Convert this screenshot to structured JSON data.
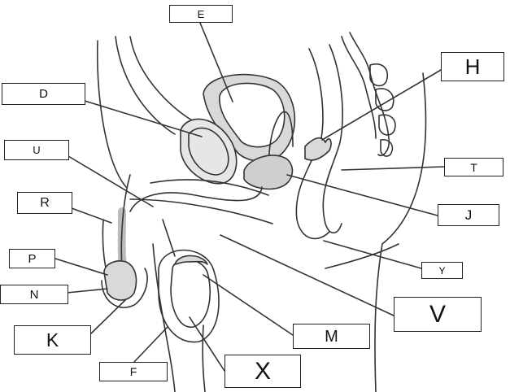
{
  "figure": {
    "colors": {
      "outline": "#333333",
      "fill_light": "#d9d9d9",
      "fill_mid": "#cfcfcf",
      "background": "#ffffff"
    }
  },
  "labels": {
    "E": "E",
    "D": "D",
    "U": "U",
    "R": "R",
    "P": "P",
    "N": "N",
    "K": "K",
    "F": "F",
    "X": "X",
    "M": "M",
    "V": "V",
    "Y": "Y",
    "J": "J",
    "T": "T",
    "H": "H"
  }
}
